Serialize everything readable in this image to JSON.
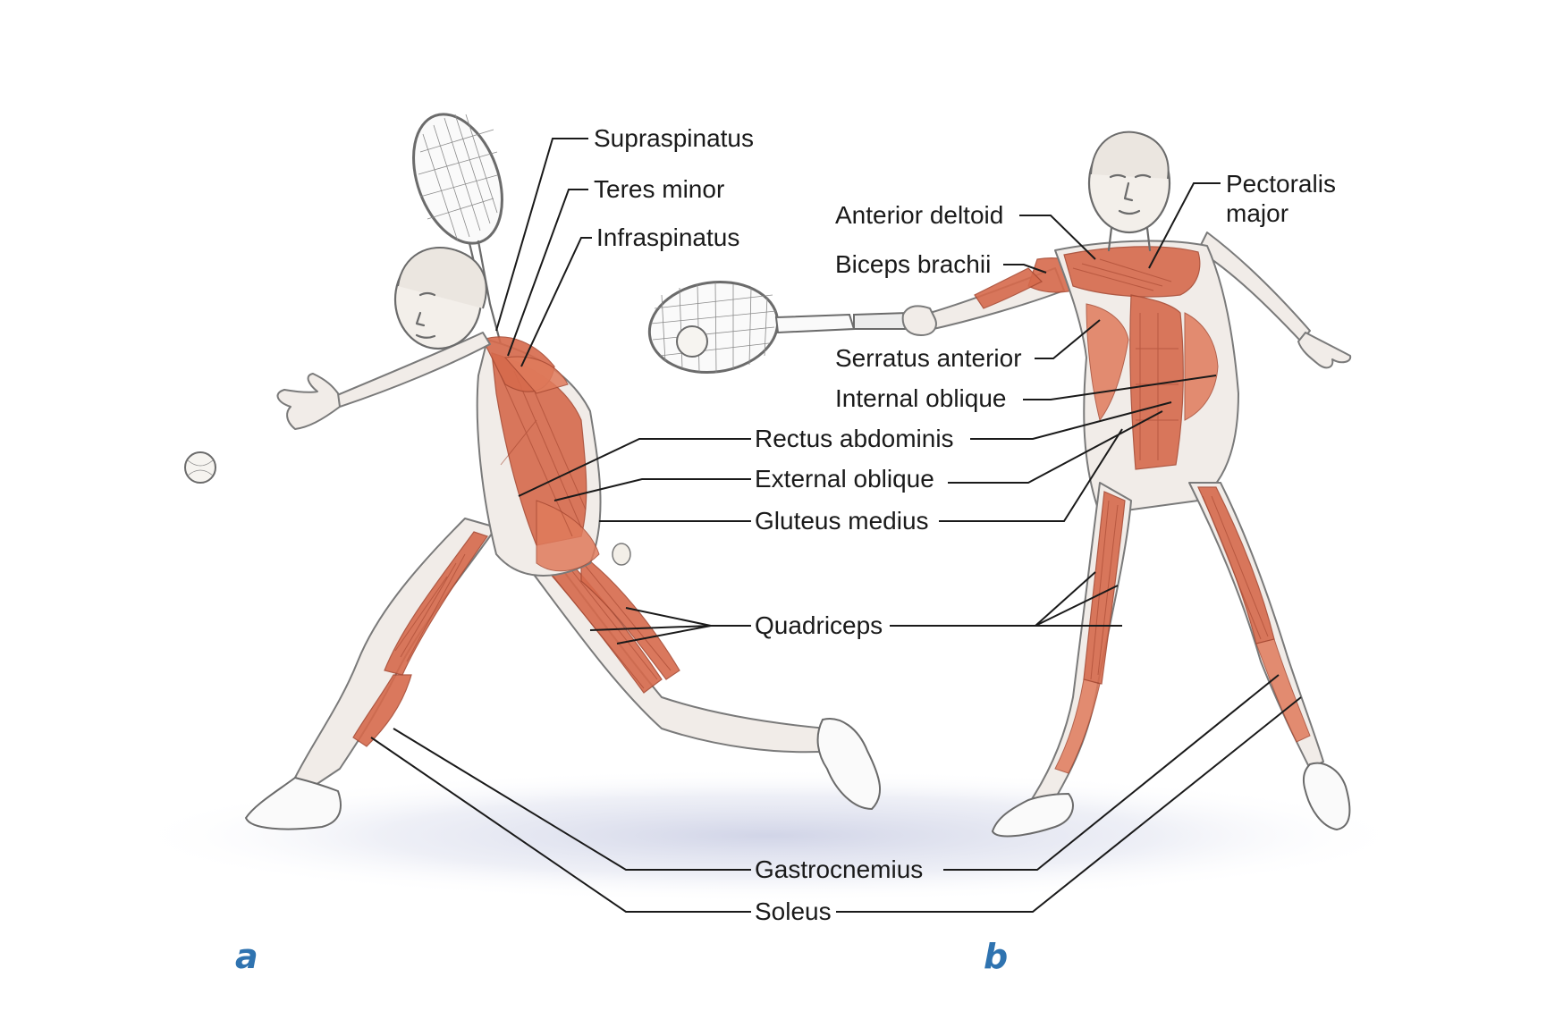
{
  "labels": {
    "supraspinatus": "Supraspinatus",
    "teres_minor": "Teres minor",
    "infraspinatus": "Infraspinatus",
    "rectus_abdominis": "Rectus abdominis",
    "external_oblique": "External oblique",
    "gluteus_medius": "Gluteus medius",
    "quadriceps": "Quadriceps",
    "gastrocnemius": "Gastrocnemius",
    "soleus": "Soleus",
    "anterior_deltoid": "Anterior deltoid",
    "biceps_brachii": "Biceps brachii",
    "pectoralis_major_1": "Pectoralis",
    "pectoralis_major_2": "major",
    "serratus_anterior": "Serratus anterior",
    "internal_oblique": "Internal oblique"
  },
  "panels": {
    "a": "a",
    "b": "b"
  },
  "colors": {
    "muscle": "#d66a4c",
    "panel_letter": "#2f73b0",
    "leader": "#1a1a1a"
  }
}
